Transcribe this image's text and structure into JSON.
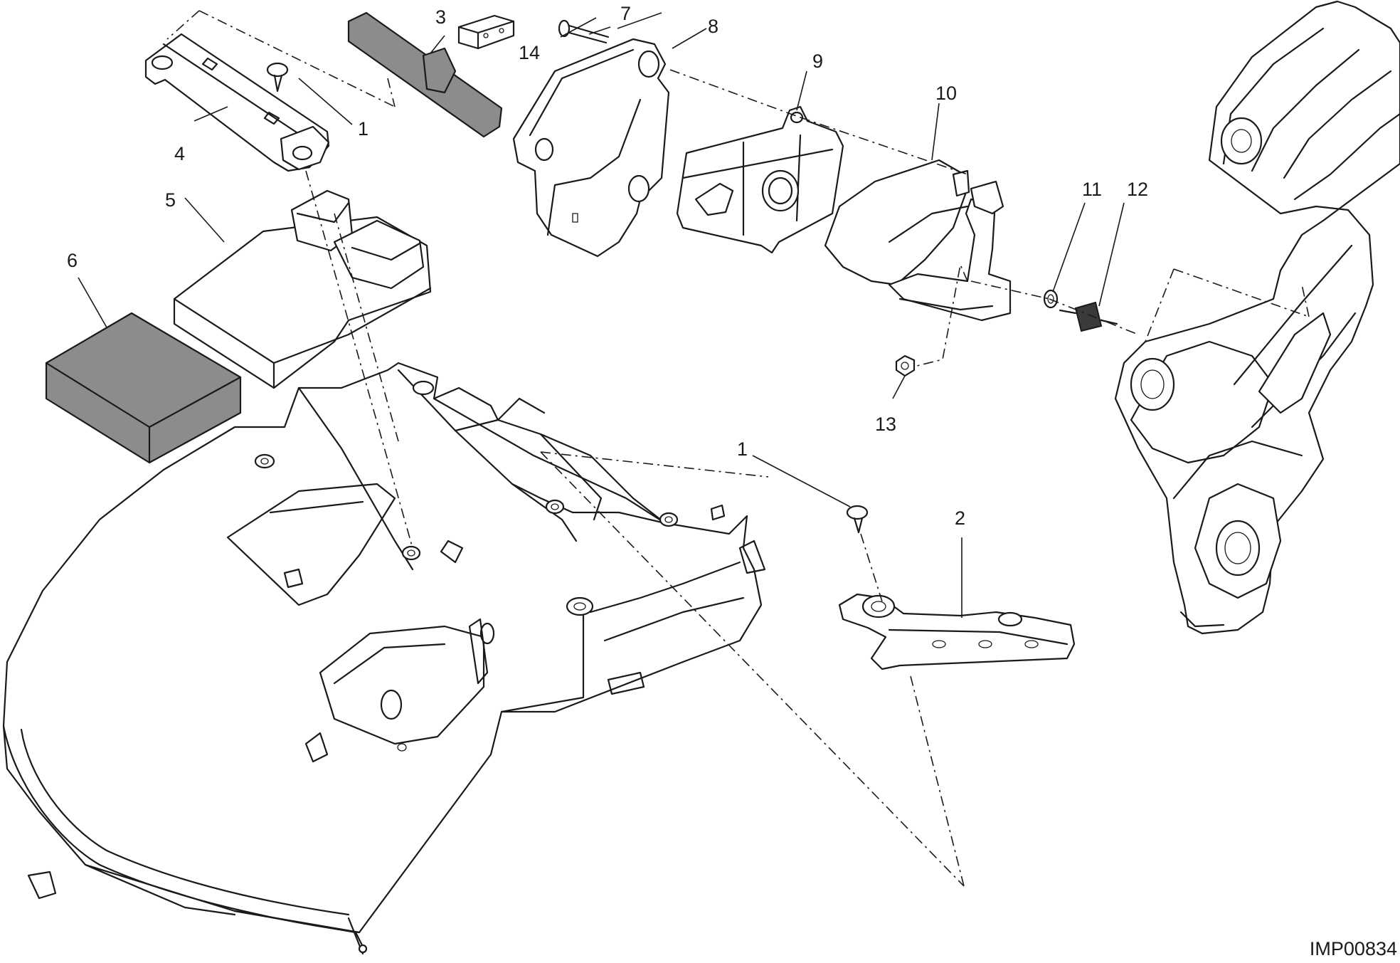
{
  "drawing_reference": "IMP00834",
  "callouts": {
    "c1_top": "1",
    "c1_bottom": "1",
    "c2": "2",
    "c3": "3",
    "c4": "4",
    "c5": "5",
    "c6": "6",
    "c7": "7",
    "c8": "8",
    "c9": "9",
    "c10": "10",
    "c11": "11",
    "c12": "12",
    "c13": "13",
    "c14": "14"
  }
}
